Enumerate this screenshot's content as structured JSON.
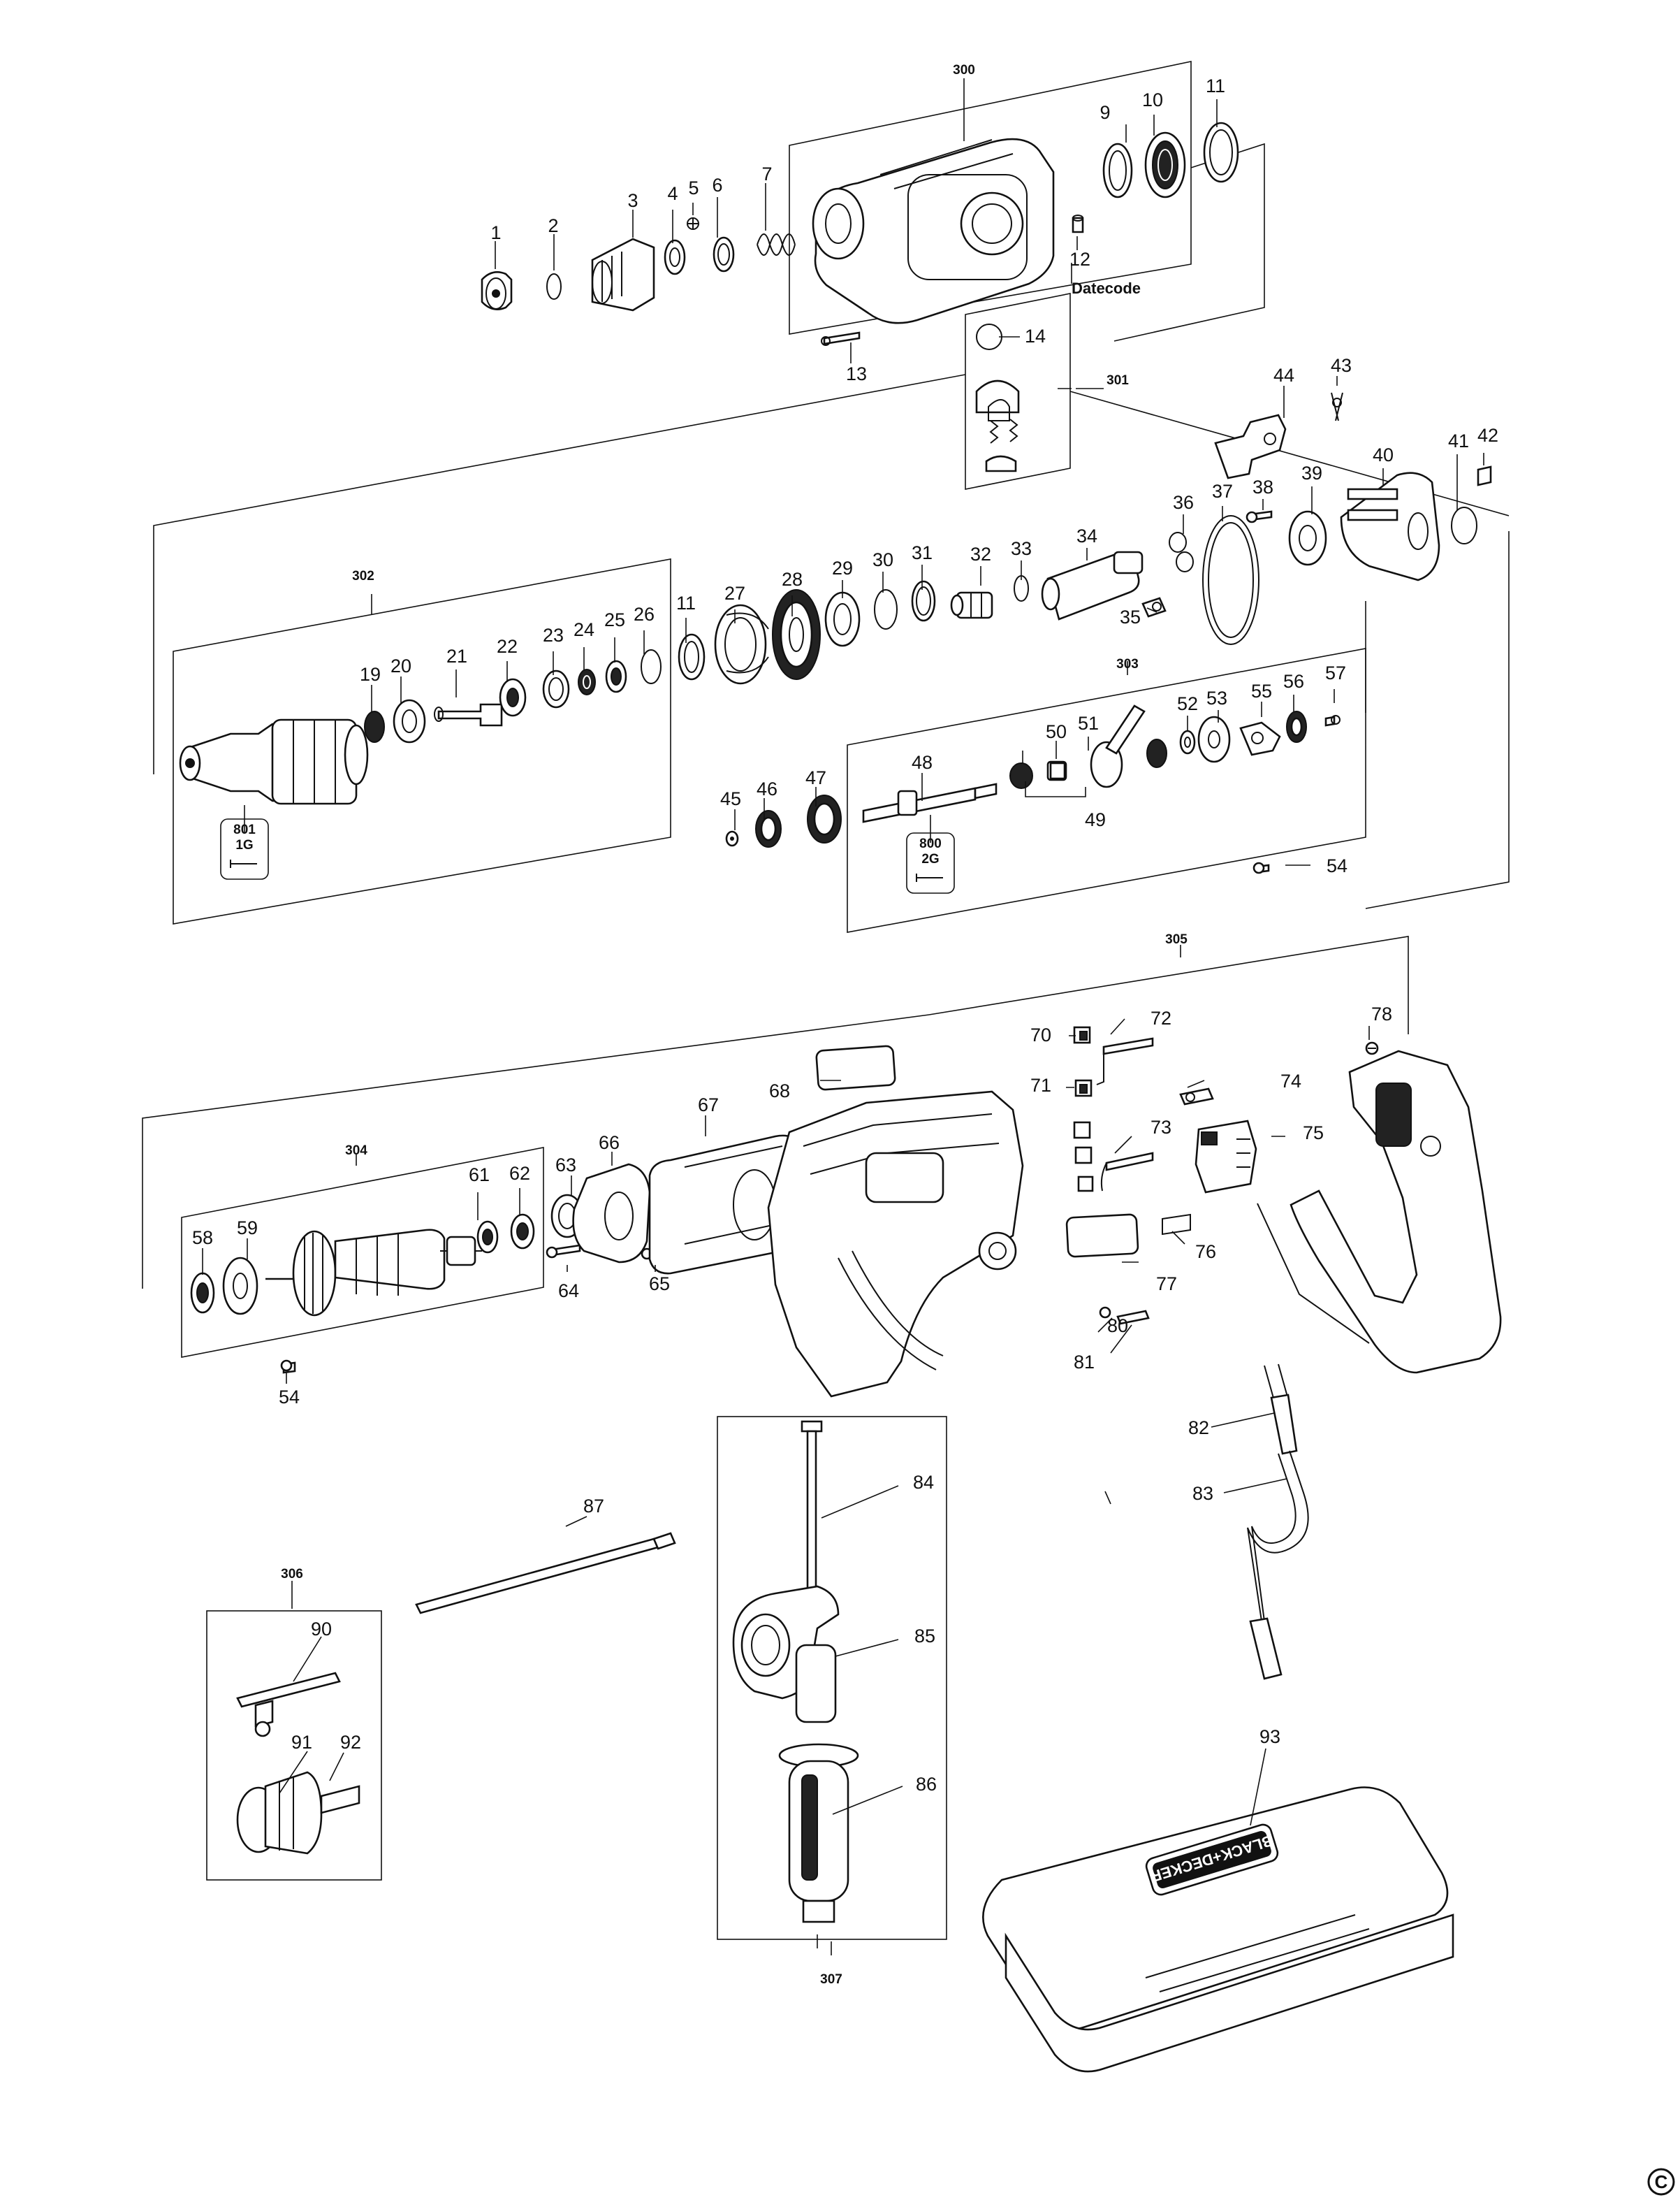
{
  "parts": {
    "p1": "1",
    "p2": "2",
    "p3": "3",
    "p4": "4",
    "p5": "5",
    "p6": "6",
    "p7": "7",
    "p9": "9",
    "p10": "10",
    "p11a": "11",
    "p11b": "11",
    "p12": "12",
    "p13": "13",
    "p14": "14",
    "p19": "19",
    "p20": "20",
    "p21": "21",
    "p22": "22",
    "p23": "23",
    "p24": "24",
    "p25": "25",
    "p26": "26",
    "p27": "27",
    "p28": "28",
    "p29": "29",
    "p30": "30",
    "p31": "31",
    "p32": "32",
    "p33": "33",
    "p34": "34",
    "p35": "35",
    "p36": "36",
    "p37": "37",
    "p38": "38",
    "p39": "39",
    "p40": "40",
    "p41": "41",
    "p42": "42",
    "p43": "43",
    "p44": "44",
    "p45": "45",
    "p46": "46",
    "p47": "47",
    "p48": "48",
    "p49": "49",
    "p50": "50",
    "p51": "51",
    "p52": "52",
    "p53": "53",
    "p54a": "54",
    "p54b": "54",
    "p55": "55",
    "p56": "56",
    "p57": "57",
    "p58": "58",
    "p59": "59",
    "p61": "61",
    "p62": "62",
    "p63": "63",
    "p64": "64",
    "p65": "65",
    "p66": "66",
    "p67": "67",
    "p68": "68",
    "p70": "70",
    "p71": "71",
    "p72": "72",
    "p73": "73",
    "p74": "74",
    "p75": "75",
    "p76": "76",
    "p77": "77",
    "p78": "78",
    "p80": "80",
    "p81": "81",
    "p82": "82",
    "p83": "83",
    "p84": "84",
    "p85": "85",
    "p86": "86",
    "p87": "87",
    "p90": "90",
    "p91": "91",
    "p92": "92",
    "p93": "93"
  },
  "groups": {
    "g300": "300",
    "g301": "301",
    "g302": "302",
    "g303": "303",
    "g304": "304",
    "g305": "305",
    "g306": "306",
    "g307": "307"
  },
  "tags": {
    "t801_num": "801",
    "t801_grade": "1G",
    "t800_num": "800",
    "t800_grade": "2G"
  },
  "datecode": "Datecode",
  "case_brand": "BLACK+DECKER",
  "copyright": "C"
}
